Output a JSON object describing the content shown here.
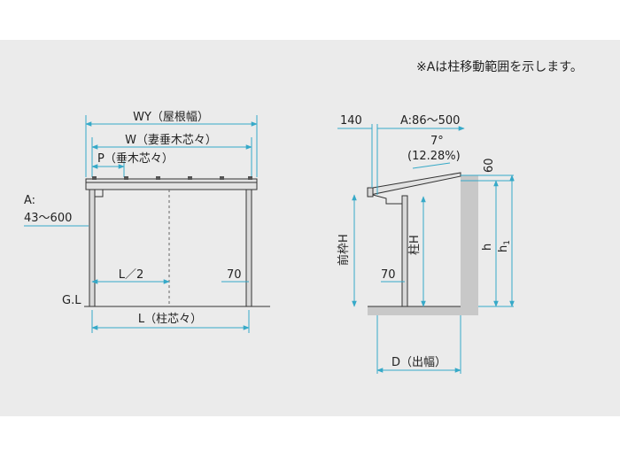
{
  "note": "※Aは柱移動範囲を示します。",
  "front_view": {
    "wy_label": "WY（屋根幅）",
    "w_label": "W（妻垂木芯々）",
    "p_label": "P（垂木芯々）",
    "a_label": "A:",
    "a_range": "43〜600",
    "gl_label": "G.L",
    "half_l_label": "L／2",
    "offset_label": "70",
    "l_label": "L（柱芯々）"
  },
  "side_view": {
    "top_offset_label": "140",
    "a_range_label": "A:86〜500",
    "angle_label": "7°",
    "slope_label": "(12.28%)",
    "gap_label": "60",
    "front_h_label": "前枠H",
    "post_h_label": "柱H",
    "h_label": "h",
    "h1_label": "h",
    "h1_sub": "1",
    "offset_label": "70",
    "d_label": "D（出幅）"
  },
  "colors": {
    "dimension": "#36a9c8",
    "background": "#ebebeb",
    "structure": "#333333"
  }
}
